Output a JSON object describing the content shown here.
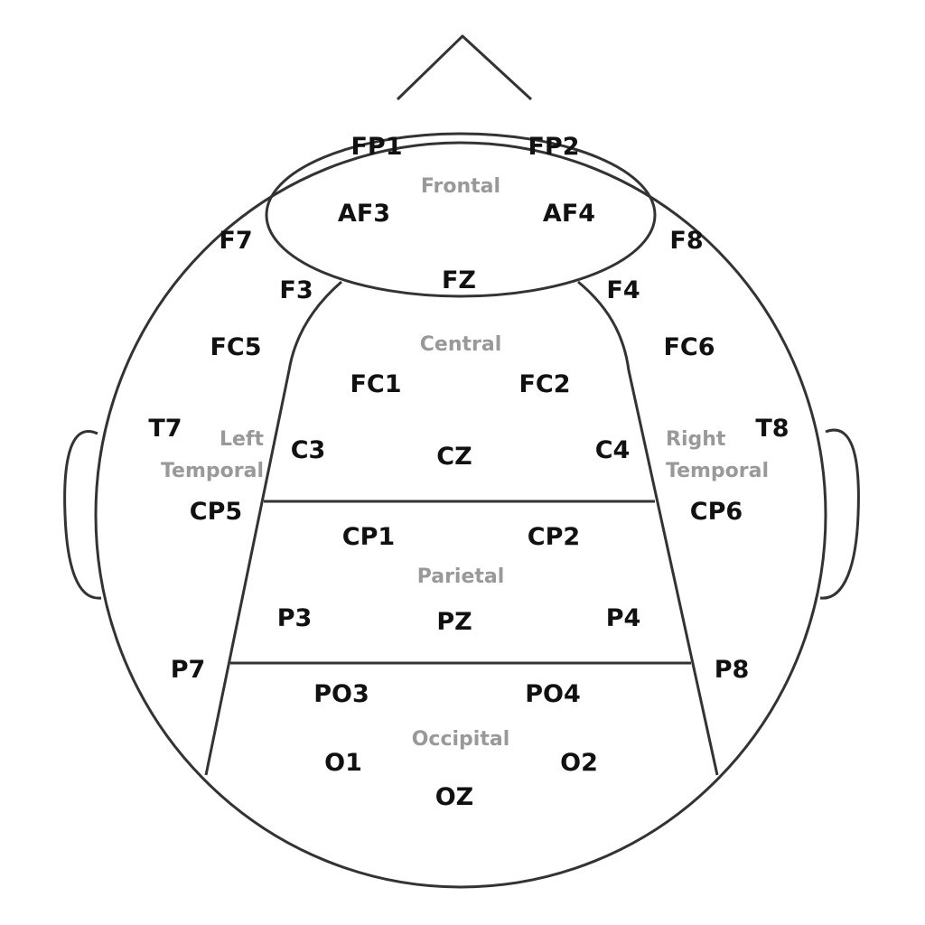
{
  "regions": {
    "frontal": "Frontal",
    "central": "Central",
    "left_temporal_1": "Left",
    "left_temporal_2": "Temporal",
    "right_temporal_1": "Right",
    "right_temporal_2": "Temporal",
    "parietal": "Parietal",
    "occipital": "Occipital"
  },
  "electrodes": {
    "fp1": "FP1",
    "fp2": "FP2",
    "af3": "AF3",
    "af4": "AF4",
    "f7": "F7",
    "f8": "F8",
    "f3": "F3",
    "fz": "FZ",
    "f4": "F4",
    "fc5": "FC5",
    "fc6": "FC6",
    "fc1": "FC1",
    "fc2": "FC2",
    "t7": "T7",
    "t8": "T8",
    "c3": "C3",
    "cz": "CZ",
    "c4": "C4",
    "cp5": "CP5",
    "cp6": "CP6",
    "cp1": "CP1",
    "cp2": "CP2",
    "p3": "P3",
    "pz": "PZ",
    "p4": "P4",
    "p7": "P7",
    "p8": "P8",
    "po3": "PO3",
    "po4": "PO4",
    "o1": "O1",
    "oz": "OZ",
    "o2": "O2"
  }
}
